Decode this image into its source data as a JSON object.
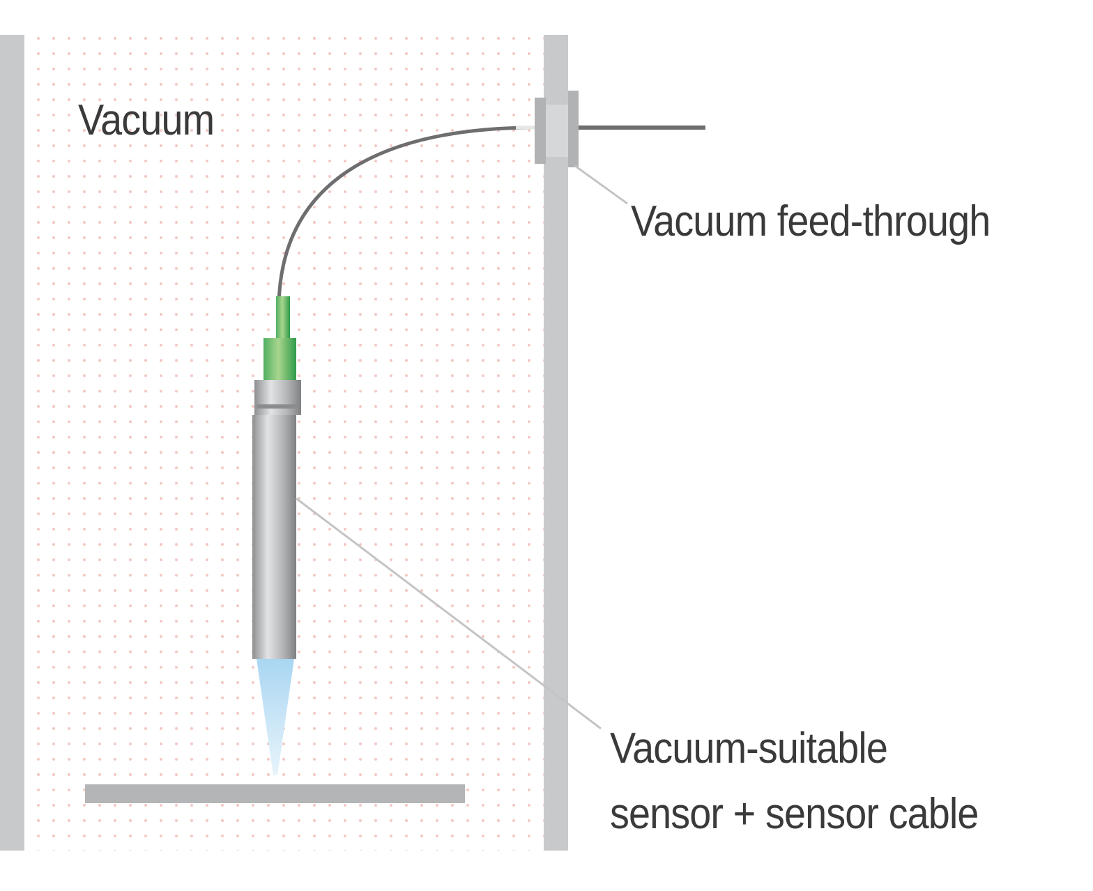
{
  "labels": {
    "vacuum": "Vacuum",
    "feedthrough": "Vacuum feed-through",
    "sensor_line1": "Vacuum-suitable",
    "sensor_line2": "sensor + sensor cable"
  },
  "colors": {
    "wall": "#c8c9cb",
    "dots": "#f2c9c4",
    "sensor_green": "#5cb86a",
    "sensor_body": "#b9bbbd",
    "beam": "#bfe0f5",
    "cable": "#6e6e70"
  }
}
